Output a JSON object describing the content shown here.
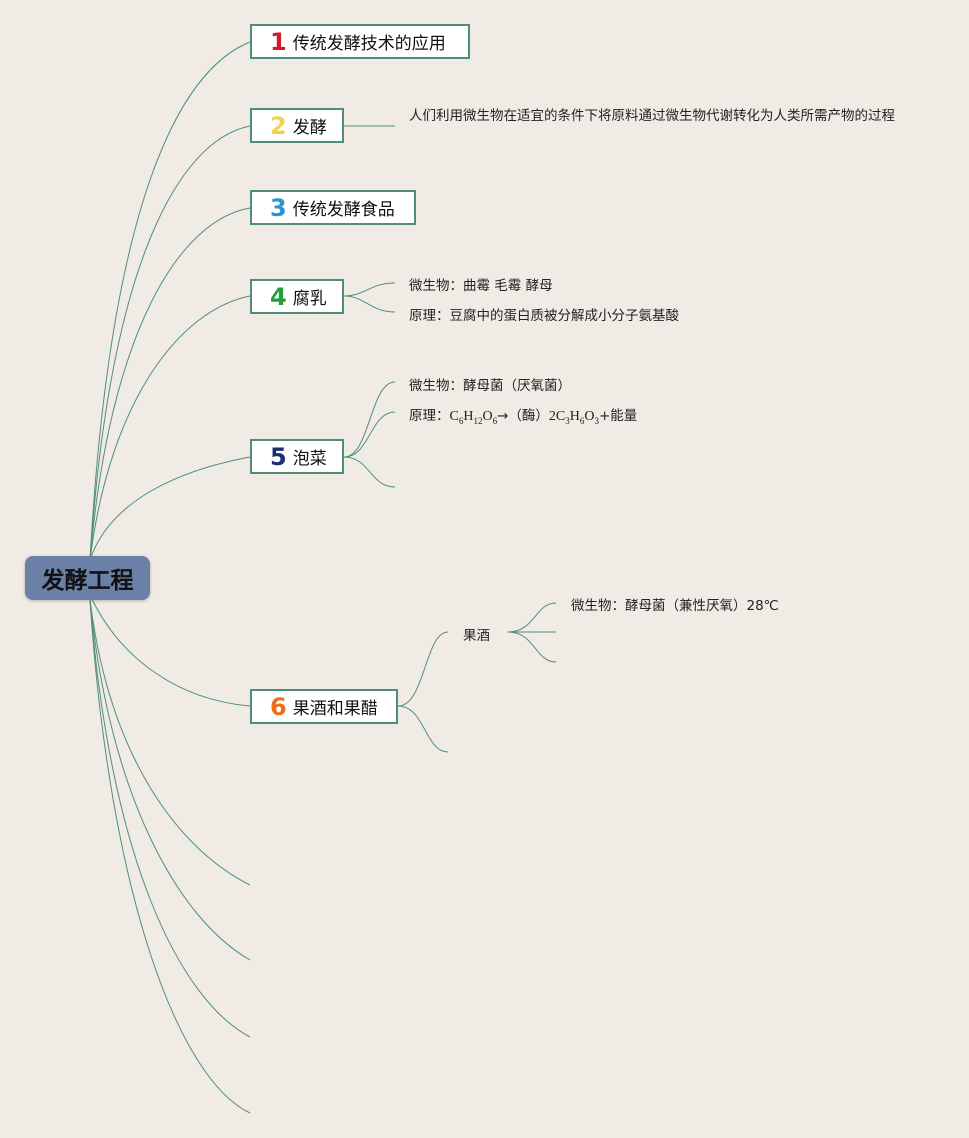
{
  "root": {
    "label": "发酵工程"
  },
  "topics": [
    {
      "number": "1",
      "label": "传统发酵技术的应用",
      "color": "#d6182e"
    },
    {
      "number": "2",
      "label": "发酵",
      "color": "#f0d44a"
    },
    {
      "number": "3",
      "label": "传统发酵食品",
      "color": "#2a93d5"
    },
    {
      "number": "4",
      "label": "腐乳",
      "color": "#20a03a"
    },
    {
      "number": "5",
      "label": "泡菜",
      "color": "#1c2e7a"
    },
    {
      "number": "6",
      "label": "果酒和果醋",
      "color": "#ef6c1a"
    }
  ],
  "details": {
    "fermentation_definition": "人们利用微生物在适宜的条件下将原料通过微生物代谢转化为人类所需产物的过程",
    "furu_microbe": "微生物：曲霉 毛霉 酵母",
    "furu_principle": "原理：豆腐中的蛋白质被分解成小分子氨基酸",
    "paocai_microbe": "微生物：酵母菌（厌氧菌）",
    "paocai_principle_prefix": "原理：",
    "paocai_principle_formula_a": "C",
    "paocai_principle_formula_a_sub1": "6",
    "paocai_principle_formula_b": "H",
    "paocai_principle_formula_b_sub": "12",
    "paocai_principle_formula_c": "O",
    "paocai_principle_formula_c_sub": "6",
    "paocai_principle_arrow": "→（酶）",
    "paocai_principle_product_a": "2C",
    "paocai_principle_product_a_sub": "3",
    "paocai_principle_product_b": "H",
    "paocai_principle_product_b_sub": "6",
    "paocai_principle_product_c": "O",
    "paocai_principle_product_c_sub": "3",
    "paocai_principle_tail": "+能量",
    "guojiu_label": "果酒",
    "guojiu_microbe": "微生物：酵母菌（兼性厌氧）28℃"
  },
  "colors": {
    "background": "#f1ebe5",
    "link": "#4f8f7a",
    "root_fill": "#6a80a6",
    "topic_border": "#4f8f7a"
  }
}
